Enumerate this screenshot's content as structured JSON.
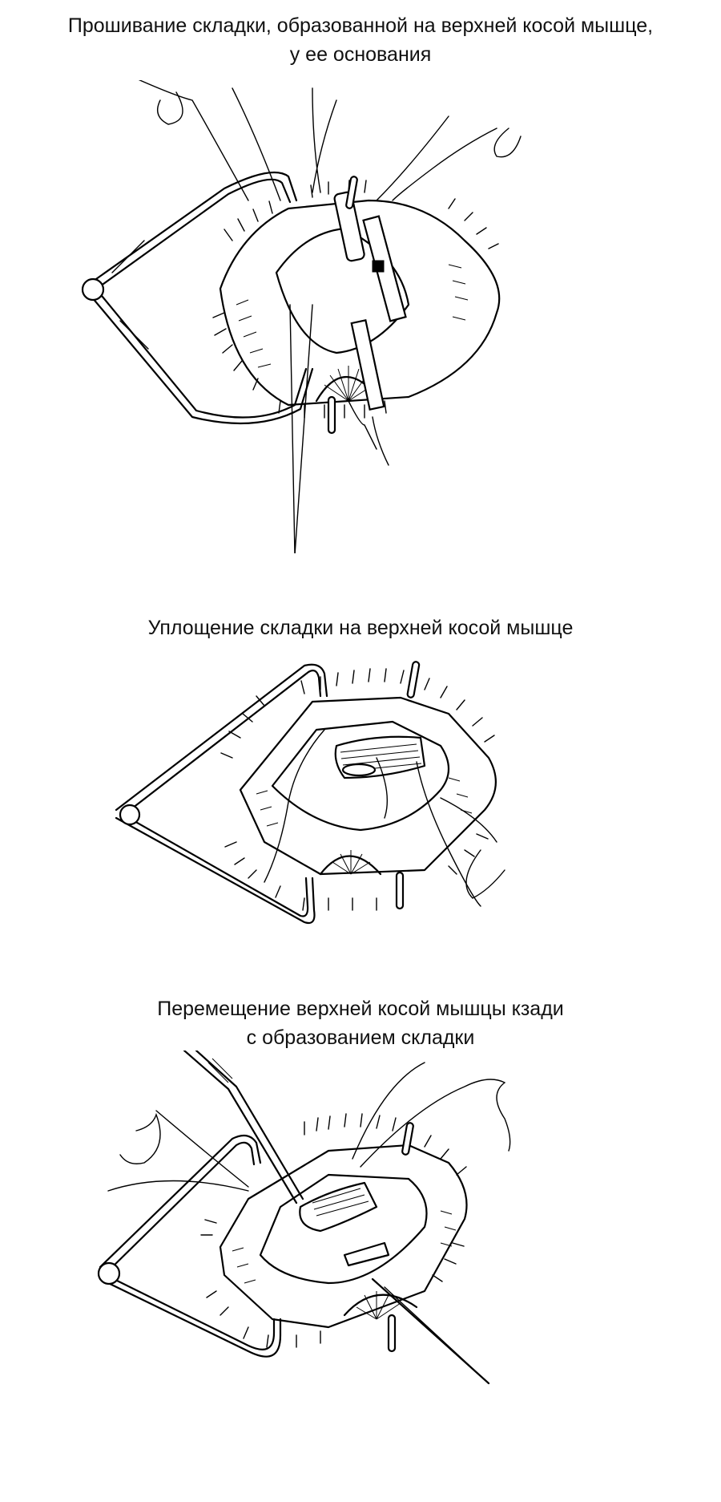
{
  "figures": [
    {
      "caption_line1": "Прошивание складки, образованной на верхней косой мышце,",
      "caption_line2": "у ее основания",
      "illustration": "eye-surgery-suturing-fold-illustration"
    },
    {
      "caption_line1": "Уплощение складки на верхней косой мышце",
      "illustration": "eye-surgery-flattening-fold-illustration"
    },
    {
      "caption_line1": "Перемещение верхней косой мышцы кзади",
      "caption_line2": "с образованием складки",
      "illustration": "eye-surgery-muscle-displacement-illustration"
    }
  ]
}
